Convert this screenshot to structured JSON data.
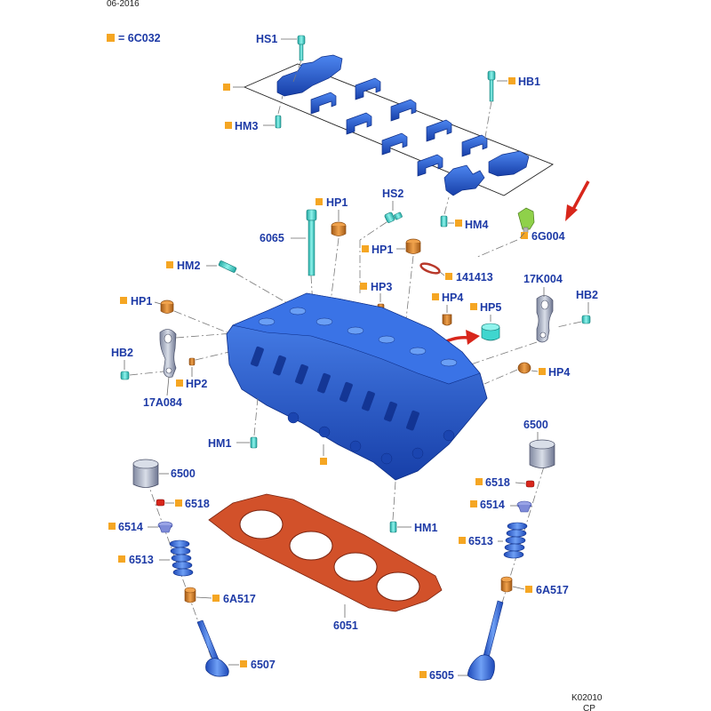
{
  "header": {
    "date_code": "06-2016"
  },
  "footer": {
    "figure_code": "K02010",
    "figure_suffix": "CP"
  },
  "legend": {
    "text": "= 6C032"
  },
  "callouts": {
    "hs1": "HS1",
    "hb1": "HB1",
    "hm3": "HM3",
    "hm4": "HM4",
    "g004": "6G004",
    "hp1_a": "HP1",
    "hs2": "HS2",
    "p6065": "6065",
    "hp1_b": "HP1",
    "hm2": "HM2",
    "p141413": "141413",
    "k004": "17K004",
    "hb2_r": "HB2",
    "hp3": "HP3",
    "hp1_c": "HP1",
    "hp4_a": "HP4",
    "hp5": "HP5",
    "hb2_l": "HB2",
    "hp2": "HP2",
    "hp4_b": "HP4",
    "a084": "17A084",
    "p6500_r": "6500",
    "hm1_a": "HM1",
    "p6518_r": "6518",
    "p6514_r": "6514",
    "p6500_l": "6500",
    "p6518_l": "6518",
    "p6514_l": "6514",
    "p6513_r": "6513",
    "p6513_l": "6513",
    "a517_r": "6A517",
    "a517_l": "6A517",
    "hm1_b": "HM1",
    "p6051": "6051",
    "p6507": "6507",
    "p6505": "6505"
  },
  "colors": {
    "part_blue": "#2a5fdc",
    "part_dark": "#0d2d86",
    "bolt_cyan": "#3fd6cf",
    "copper": "#d9802e",
    "gasket": "#d2512a",
    "sensor_green": "#8fd14a",
    "marker_orange": "#f5a623",
    "label_blue": "#1d3aa6",
    "arrow_red": "#d8261b",
    "steel_gray": "#9aa4b6"
  }
}
